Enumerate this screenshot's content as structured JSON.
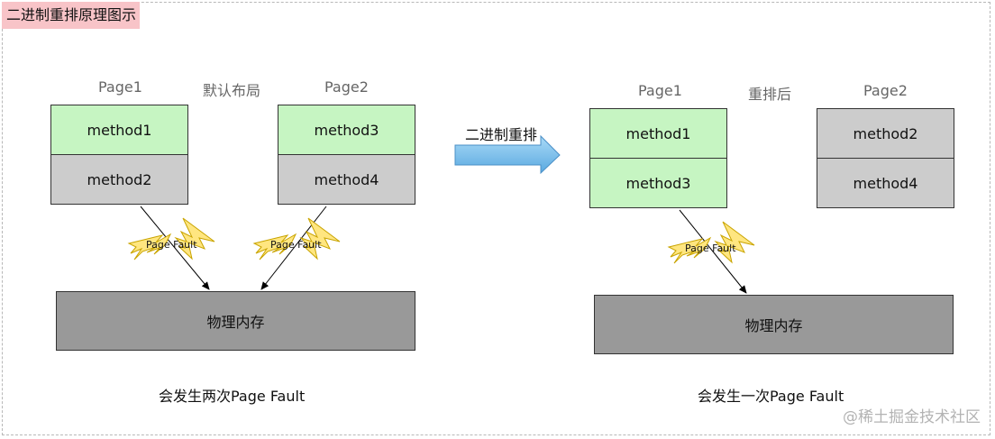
{
  "title": "二进制重排原理图示",
  "left": {
    "page1_label": "Page1",
    "page2_label": "Page2",
    "layout_label": "默认布局",
    "page1_items": [
      "method1",
      "method2"
    ],
    "page2_items": [
      "method3",
      "method4"
    ],
    "memory_label": "物理内存",
    "fault_labels": [
      "Page Fault",
      "Page Fault"
    ],
    "caption": "会发生两次Page Fault"
  },
  "right": {
    "page1_label": "Page1",
    "page2_label": "Page2",
    "layout_label": "重排后",
    "page1_items": [
      "method1",
      "method3"
    ],
    "page2_items": [
      "method2",
      "method4"
    ],
    "memory_label": "物理内存",
    "fault_labels": [
      "Page Fault"
    ],
    "caption": "会发生一次Page Fault"
  },
  "transition_label": "二进制重排",
  "watermark": "@稀土掘金技术社区",
  "colors": {
    "hot_method": "#c6f5c2",
    "cold_method": "#cccccc",
    "memory": "#999999",
    "title_bg": "#f8c4c8",
    "arrow": "#6ab6ea",
    "lightning": "#ffe680"
  }
}
